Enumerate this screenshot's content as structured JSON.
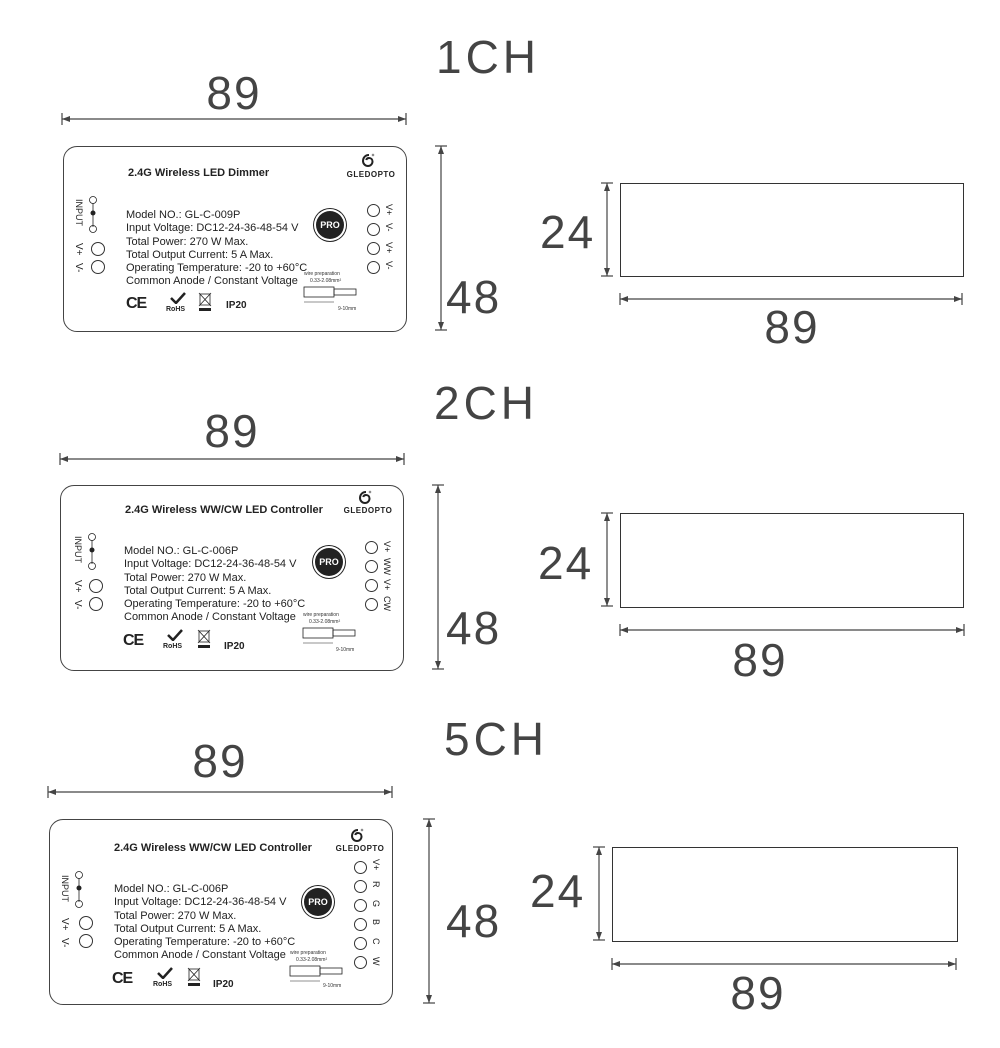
{
  "sections": [
    {
      "title": "1CH",
      "width_label": "89",
      "height_label": "48",
      "side_height_label": "24",
      "side_width_label": "89",
      "card": {
        "title": "2.4G Wireless LED Dimmer",
        "brand": "GLEDOPTO",
        "input_label": "INPUT",
        "left_terminals": [
          "V+",
          "V-"
        ],
        "specs": [
          "Model NO.: GL-C-009P",
          "Input Voltage: DC12-24-36-48-54 V",
          "Total Power: 270 W Max.",
          "Total Output Current: 5 A Max.",
          "Operating Temperature: -20 to +60°C",
          "Common Anode / Constant Voltage"
        ],
        "pro": "PRO",
        "right_terminals": [
          "V+",
          "V-",
          "V+",
          "V-"
        ],
        "ce": "CE",
        "rohs": "RoHS",
        "ip": "IP20",
        "wire_prep": "wire preparation",
        "wire_gauge": "0.33-2.08mm²",
        "wire_strip": "9-10mm"
      }
    },
    {
      "title": "2CH",
      "width_label": "89",
      "height_label": "48",
      "side_height_label": "24",
      "side_width_label": "89",
      "card": {
        "title": "2.4G Wireless WW/CW LED Controller",
        "brand": "GLEDOPTO",
        "input_label": "INPUT",
        "left_terminals": [
          "V+",
          "V-"
        ],
        "specs": [
          "Model NO.: GL-C-006P",
          "Input Voltage: DC12-24-36-48-54 V",
          "Total Power: 270 W Max.",
          "Total Output Current: 5 A Max.",
          "Operating Temperature: -20 to +60°C",
          "Common Anode / Constant Voltage"
        ],
        "pro": "PRO",
        "right_terminals": [
          "V+",
          "WW",
          "V+",
          "CW"
        ],
        "ce": "CE",
        "rohs": "RoHS",
        "ip": "IP20",
        "wire_prep": "wire preparation",
        "wire_gauge": "0.33-2.08mm²",
        "wire_strip": "9-10mm"
      }
    },
    {
      "title": "5CH",
      "width_label": "89",
      "height_label": "48",
      "side_height_label": "24",
      "side_width_label": "89",
      "card": {
        "title": "2.4G Wireless WW/CW LED Controller",
        "brand": "GLEDOPTO",
        "input_label": "INPUT",
        "left_terminals": [
          "V+",
          "V-"
        ],
        "specs": [
          "Model NO.: GL-C-006P",
          "Input Voltage: DC12-24-36-48-54 V",
          "Total Power: 270 W Max.",
          "Total Output Current: 5 A Max.",
          "Operating Temperature: -20 to +60°C",
          "Common Anode / Constant Voltage"
        ],
        "pro": "PRO",
        "right_terminals": [
          "V+",
          "R",
          "G",
          "B",
          "C",
          "W"
        ],
        "ce": "CE",
        "rohs": "RoHS",
        "ip": "IP20",
        "wire_prep": "wire preparation",
        "wire_gauge": "0.33-2.08mm²",
        "wire_strip": "9-10mm"
      }
    }
  ]
}
